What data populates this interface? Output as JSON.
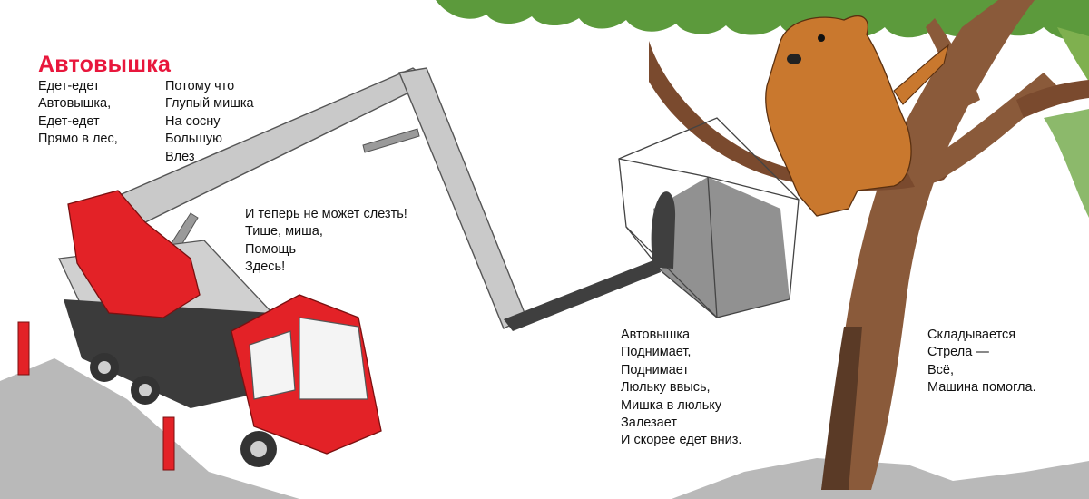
{
  "page": {
    "title": "Автовышка",
    "stanzas": [
      {
        "lines": [
          "Едет-едет",
          "Автовышка,",
          "Едет-едет",
          "Прямо в лес,"
        ]
      },
      {
        "lines": [
          "Потому что",
          "Глупый мишка",
          "На сосну",
          "Большую",
          "Влез"
        ]
      },
      {
        "lines": [
          "И теперь не может слезть!",
          "Тише, миша,",
          "Помощь",
          "Здесь!"
        ]
      },
      {
        "lines": [
          "Автовышка",
          "Поднимает,",
          "Поднимает",
          "Люльку ввысь,",
          "Мишка в люльку",
          "Залезает",
          "И скорее едет вниз."
        ]
      },
      {
        "lines": [
          "Складывается",
          "Стрела —",
          "Всё,",
          "Машина помогла."
        ]
      }
    ]
  },
  "colors": {
    "title": "#e8173c",
    "truck_red": "#e32227",
    "boom_gray": "#c9c9c9",
    "tree_green": "#5c9a3c",
    "bear_brown": "#c9782e",
    "trunk_brown": "#8a5a3a",
    "shadow_gray": "#b9b9b9"
  },
  "illustration": {
    "icons": [
      "tree-foliage",
      "aerial-lift-truck",
      "bear",
      "tree-trunk",
      "lift-bucket"
    ]
  }
}
